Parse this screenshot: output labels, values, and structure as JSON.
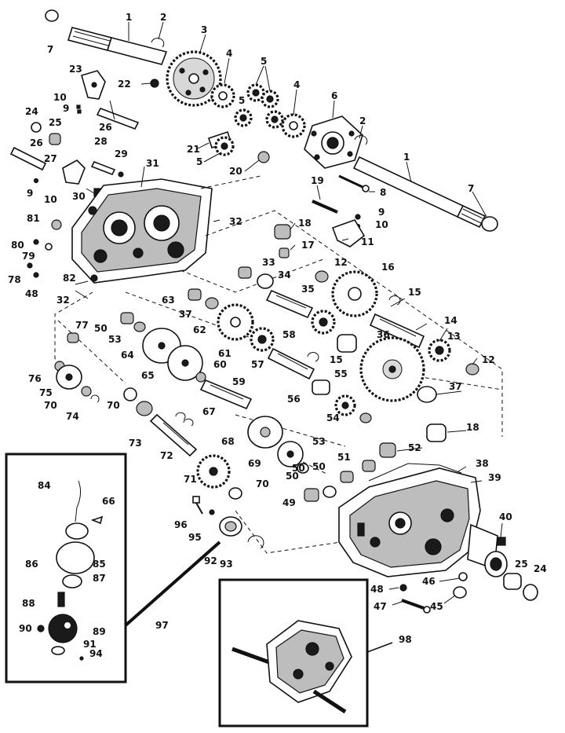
{
  "labels": {
    "l1": "1",
    "l2": "2",
    "l3": "3",
    "l4": "4",
    "l5": "5",
    "l6": "6",
    "l7": "7",
    "l8": "8",
    "l9": "9",
    "l10": "10",
    "l11": "11",
    "l12": "12",
    "l13": "13",
    "l14": "14",
    "l15": "15",
    "l16": "16",
    "l17": "17",
    "l18": "18",
    "l19": "19",
    "l20": "20",
    "l21": "21",
    "l22": "22",
    "l23": "23",
    "l24": "24",
    "l25": "25",
    "l26": "26",
    "l27": "27",
    "l28": "28",
    "l29": "29",
    "l30": "30",
    "l31": "31",
    "l32": "32",
    "l33": "33",
    "l34": "34",
    "l35": "35",
    "l36": "36",
    "l37": "37",
    "l38": "38",
    "l39": "39",
    "l40": "40",
    "l45": "45",
    "l46": "46",
    "l47": "47",
    "l48": "48",
    "l49": "49",
    "l50": "50",
    "l51": "51",
    "l52": "52",
    "l53": "53",
    "l54": "54",
    "l55": "55",
    "l56": "56",
    "l57": "57",
    "l58": "58",
    "l59": "59",
    "l60": "60",
    "l61": "61",
    "l62": "62",
    "l63": "63",
    "l64": "64",
    "l65": "65",
    "l66": "66",
    "l67": "67",
    "l68": "68",
    "l69": "69",
    "l70": "70",
    "l71": "71",
    "l72": "72",
    "l73": "73",
    "l74": "74",
    "l75": "75",
    "l76": "76",
    "l77": "77",
    "l78": "78",
    "l79": "79",
    "l80": "80",
    "l81": "81",
    "l82": "82",
    "l84": "84",
    "l85": "85",
    "l86": "86",
    "l87": "87",
    "l88": "88",
    "l89": "89",
    "l90": "90",
    "l91": "91",
    "l92": "92",
    "l93": "93",
    "l94": "94",
    "l95": "95",
    "l96": "96",
    "l97": "97",
    "l98": "98"
  }
}
